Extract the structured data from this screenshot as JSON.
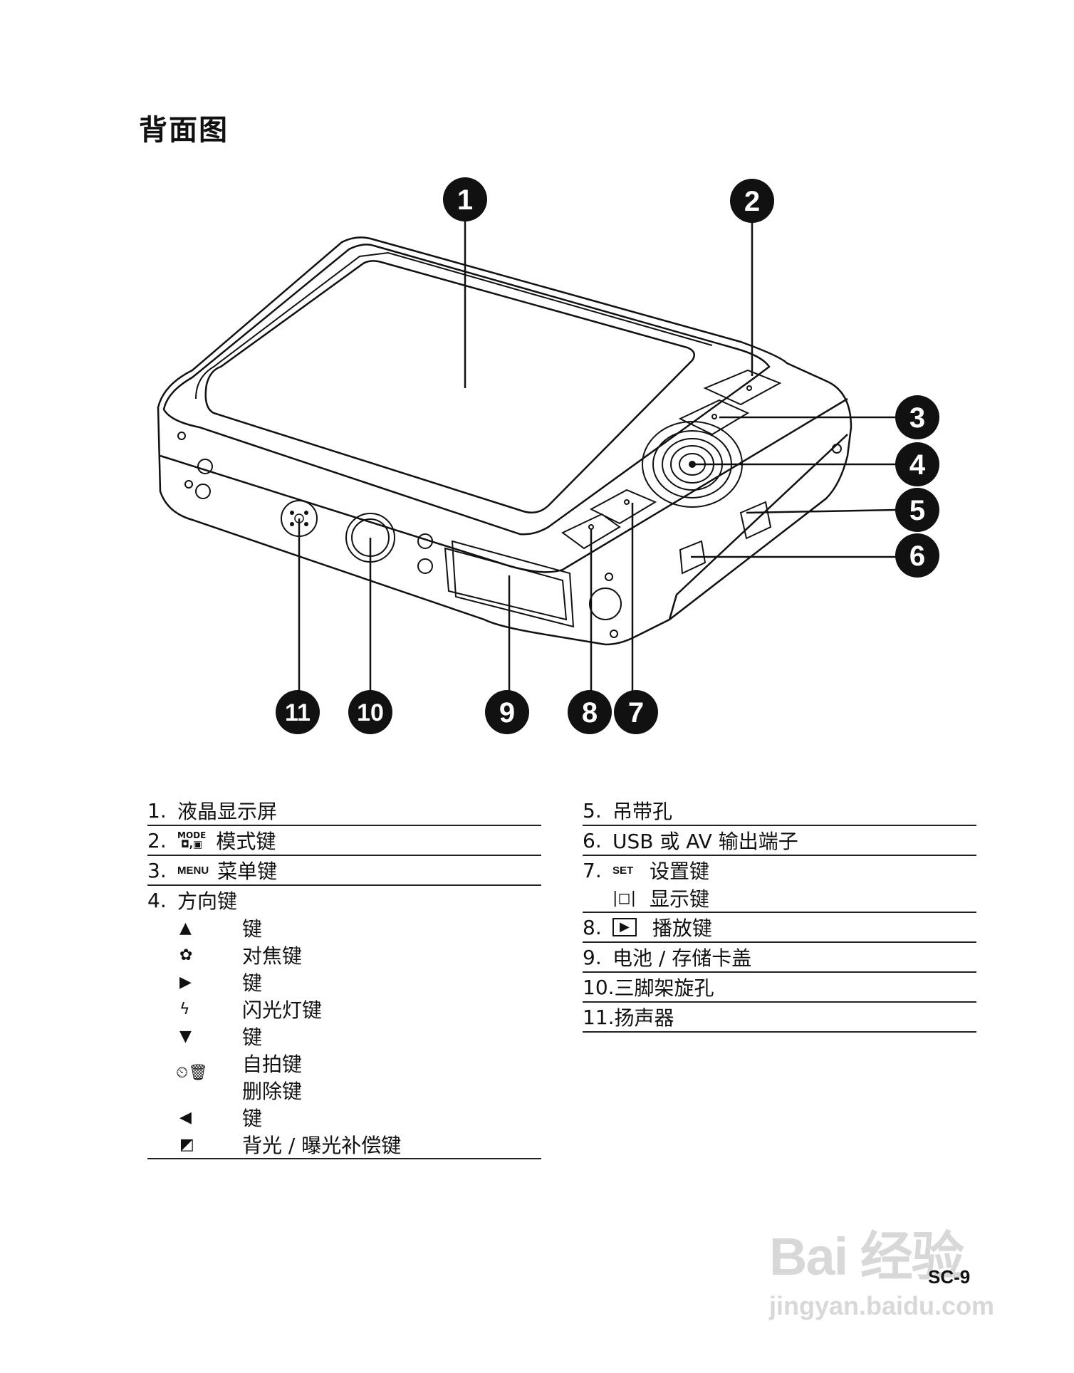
{
  "title": "背面图",
  "callouts": [
    "1",
    "2",
    "3",
    "4",
    "5",
    "6",
    "7",
    "8",
    "9",
    "10",
    "11"
  ],
  "left_items": [
    {
      "num": "1.",
      "label": "液晶显示屏"
    },
    {
      "num": "2.",
      "mode_top": "MODE",
      "mode_icon": "◘,▣",
      "label": "模式键"
    },
    {
      "num": "3.",
      "key": "MENU",
      "label": "菜单键"
    },
    {
      "num": "4.",
      "label": "方向键",
      "sub": [
        {
          "icon": "▲",
          "text": "键"
        },
        {
          "icon": "✿",
          "text": "对焦键"
        },
        {
          "icon": "▶",
          "text": "键"
        },
        {
          "icon": "ϟ",
          "text": "闪光灯键"
        },
        {
          "icon": "▼",
          "text": "键"
        },
        {
          "icon": "",
          "text": "自拍键"
        },
        {
          "icon": "",
          "text": "删除键"
        },
        {
          "icon": "◀",
          "text": "键"
        },
        {
          "icon": "◩",
          "text": "背光 / 曝光补偿键"
        }
      ],
      "self_timer_delete_icon": "⏲🗑"
    }
  ],
  "right_items": [
    {
      "num": "5.",
      "label": "吊带孔"
    },
    {
      "num": "6.",
      "label": "USB 或 AV 输出端子"
    },
    {
      "num": "7.",
      "key": "SET",
      "label": "设置键",
      "key2": "|◻|",
      "label2": "显示键"
    },
    {
      "num": "8.",
      "key": "▶",
      "label": "播放键"
    },
    {
      "num": "9.",
      "label": "电池 / 存储卡盖"
    },
    {
      "num": "10.",
      "label": "三脚架旋孔"
    },
    {
      "num": "11.",
      "label": "扬声器"
    }
  ],
  "page_id": "SC-9",
  "watermark": {
    "main": "Bai 经验",
    "sub": "jingyan.baidu.com"
  }
}
